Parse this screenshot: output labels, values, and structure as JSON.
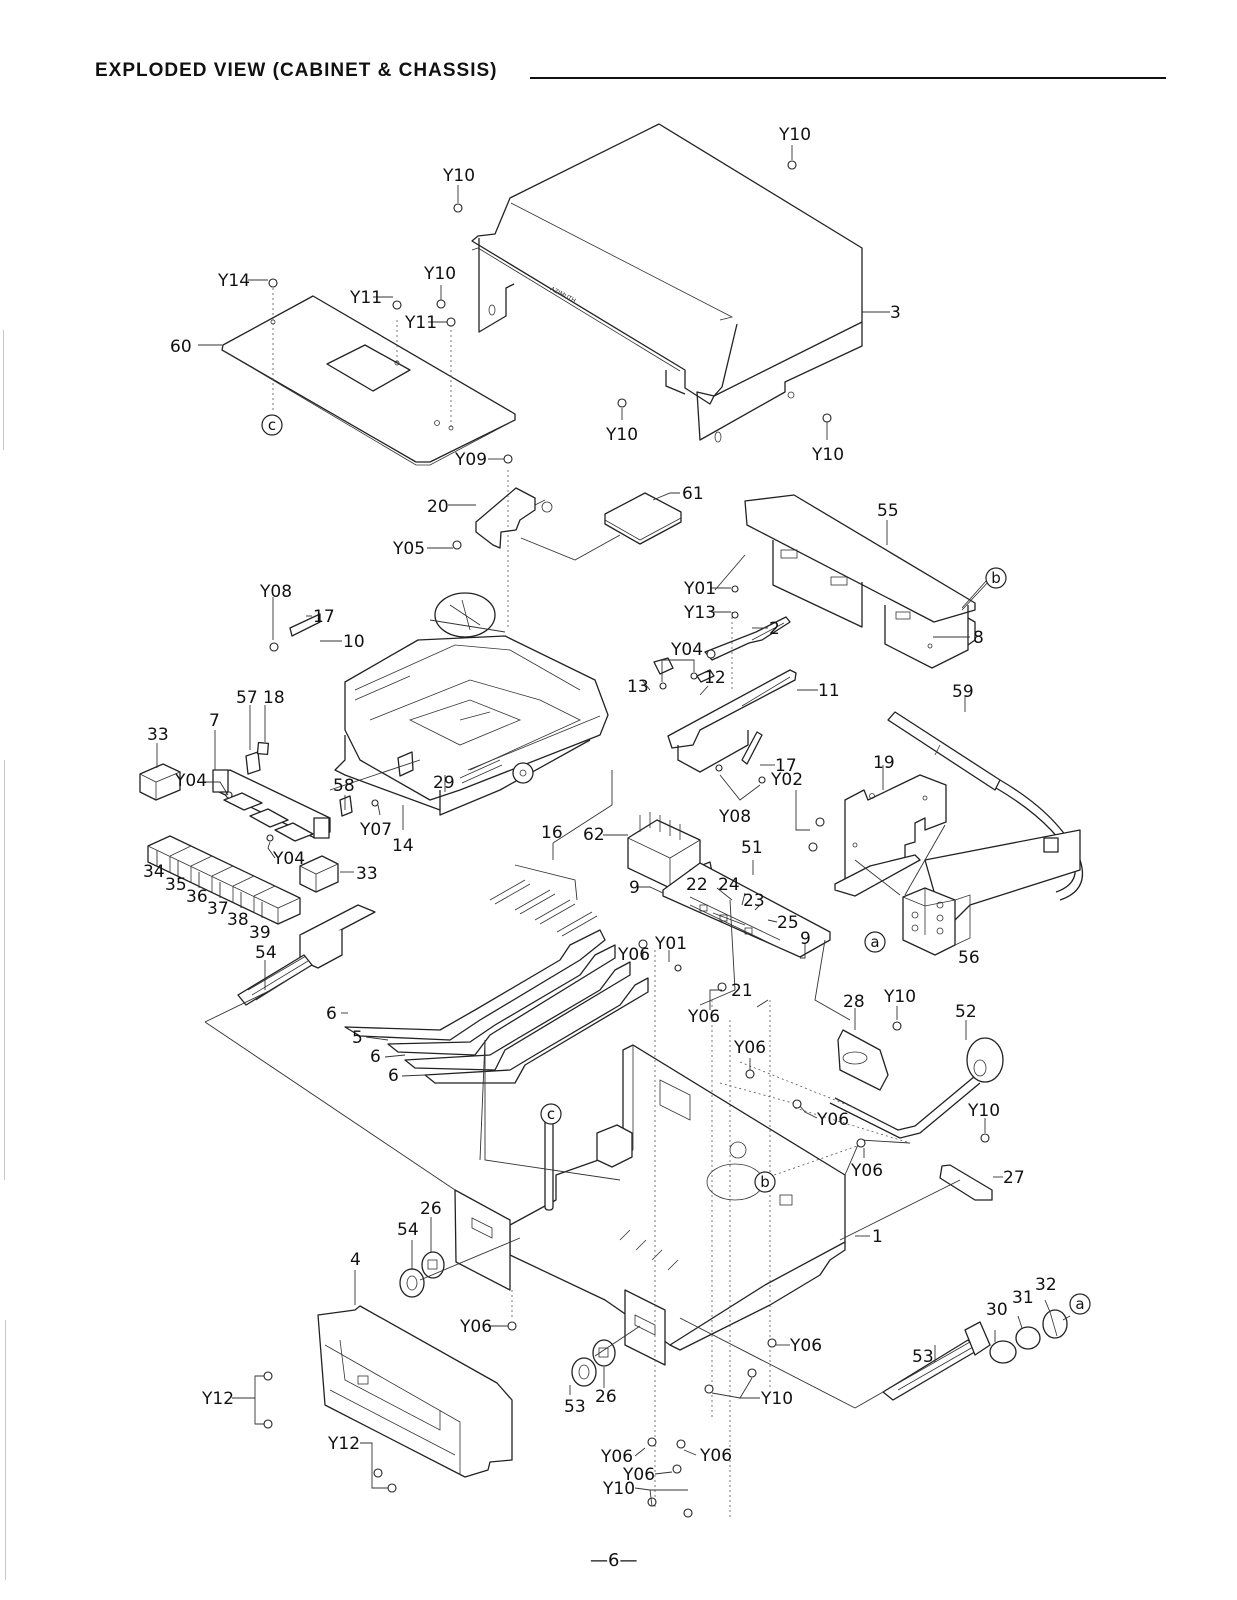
{
  "header": {
    "title": "EXPLODED VIEW (CABINET & CHASSIS)"
  },
  "footer": {
    "page_number": "—6—"
  },
  "cabinet_text": "AZIMUTH",
  "reference_markers": [
    "a",
    "b",
    "c"
  ],
  "callouts": {
    "part_numbers": [
      "1",
      "2",
      "3",
      "4",
      "5",
      "6",
      "7",
      "8",
      "9",
      "10",
      "11",
      "12",
      "13",
      "14",
      "16",
      "17",
      "18",
      "19",
      "20",
      "21",
      "22",
      "23",
      "24",
      "25",
      "26",
      "27",
      "28",
      "29",
      "30",
      "31",
      "32",
      "33",
      "34",
      "35",
      "36",
      "37",
      "38",
      "39",
      "51",
      "52",
      "53",
      "54",
      "55",
      "56",
      "57",
      "58",
      "59",
      "60",
      "61",
      "62"
    ],
    "screw_codes": [
      "Y01",
      "Y02",
      "Y04",
      "Y05",
      "Y06",
      "Y07",
      "Y08",
      "Y09",
      "Y10",
      "Y11",
      "Y12",
      "Y13",
      "Y14"
    ]
  },
  "labels": {
    "top_cover": {
      "part": "3",
      "screws": [
        "Y10",
        "Y10",
        "Y10",
        "Y10",
        "Y10"
      ]
    },
    "bottom_plate": {
      "part": "60",
      "screws": [
        "Y14",
        "Y11",
        "Y11"
      ],
      "ref": "c"
    },
    "bracket_20": {
      "part": "20",
      "screws": [
        "Y09",
        "Y05"
      ]
    },
    "pad_61": {
      "part": "61"
    },
    "pcb_55": {
      "part": "55",
      "bracket": "8",
      "ref": "b"
    },
    "slider_2": {
      "part": "2",
      "screws": [
        "Y01",
        "Y13"
      ]
    },
    "slider_11": {
      "part": "11",
      "sub_parts": [
        "12",
        "13",
        "17"
      ],
      "screws": [
        "Y04",
        "Y08"
      ]
    },
    "mechanism": {
      "parts": [
        "10",
        "17",
        "29",
        "14"
      ],
      "screws": [
        "Y08",
        "Y07"
      ]
    },
    "switch_strip": {
      "parts": [
        "7",
        "57",
        "18",
        "58"
      ],
      "screws": [
        "Y04",
        "Y04"
      ]
    },
    "buttons": {
      "parts": [
        "33",
        "33",
        "34",
        "35",
        "36",
        "37",
        "38",
        "39"
      ]
    },
    "shaft_54": {
      "part": "54"
    },
    "springs": {
      "part": "16"
    },
    "levers": {
      "parts": [
        "6",
        "5",
        "6",
        "6"
      ]
    },
    "block_62": {
      "part": "62"
    },
    "pcb_51": {
      "part": "51",
      "sub_parts": [
        "9",
        "22",
        "24",
        "23",
        "25",
        "9",
        "21"
      ],
      "screws": [
        "Y06",
        "Y01",
        "Y06"
      ]
    },
    "bracket_19": {
      "part": "19",
      "screws": [
        "Y02"
      ]
    },
    "antenna_59": {
      "part": "59"
    },
    "socket_56": {
      "part": "56",
      "ref": "a"
    },
    "bracket_28": {
      "part": "28",
      "screws": [
        "Y10"
      ]
    },
    "cable_52": {
      "part": "52"
    },
    "bracket_27": {
      "part": "27",
      "screws": [
        "Y10"
      ]
    },
    "chassis_1": {
      "part": "1",
      "screws": [
        "Y06",
        "Y06",
        "Y06",
        "Y06",
        "Y06",
        "Y06",
        "Y06",
        "Y10",
        "Y10"
      ],
      "refs": [
        "b",
        "c"
      ]
    },
    "front_panel_4": {
      "part": "4",
      "screws": [
        "Y12",
        "Y12"
      ]
    },
    "knob_assembly_left": {
      "parts": [
        "54",
        "26"
      ]
    },
    "knob_assembly_right": {
      "parts": [
        "53",
        "26"
      ]
    },
    "shaft_53": {
      "parts": [
        "53",
        "30",
        "31",
        "32"
      ],
      "ref": "a"
    }
  }
}
